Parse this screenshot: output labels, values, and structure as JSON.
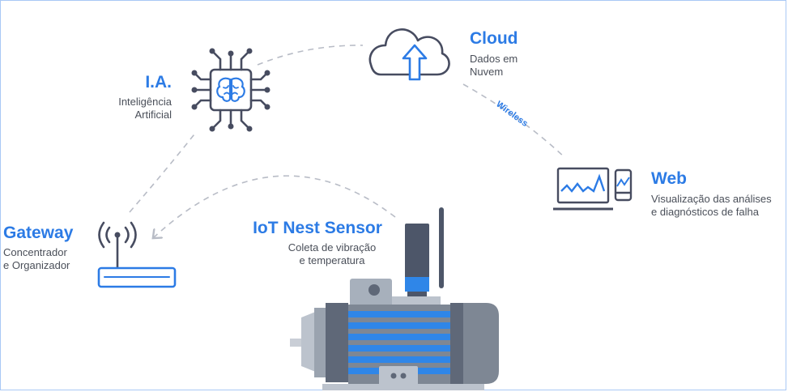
{
  "nodes": {
    "ia": {
      "title": "I.A.",
      "line1": "Inteligência",
      "line2": "Artificial"
    },
    "cloud": {
      "title": "Cloud",
      "line1": "Dados em",
      "line2": "Nuvem"
    },
    "web": {
      "title": "Web",
      "line1": "Visualização das análises",
      "line2": "e diagnósticos de falha"
    },
    "gateway": {
      "title": "Gateway",
      "line1": "Concentrador",
      "line2": "e Organizador"
    },
    "sensor": {
      "title": "IoT Nest Sensor",
      "line1": "Coleta de vibração",
      "line2": "e temperatura"
    }
  },
  "connections": {
    "wireless_label": "Wireless"
  },
  "colors": {
    "accent": "#2c7be5",
    "icon_dark": "#474c60",
    "dashed": "#b8bcc6",
    "motor_blue": "#2f86e8",
    "motor_gray": "#7e8794"
  }
}
